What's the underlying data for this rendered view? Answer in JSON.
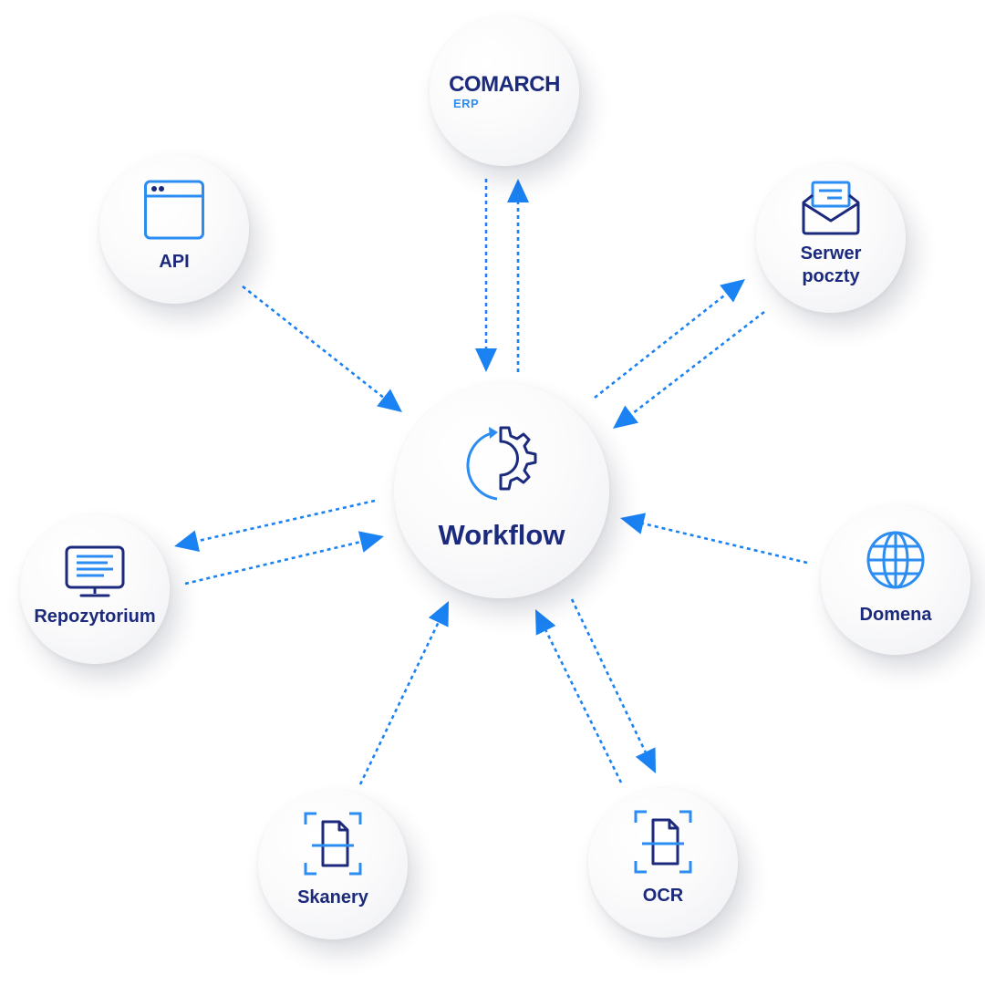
{
  "colors": {
    "navy": "#1b2a7c",
    "blue": "#2b8cf2",
    "arrow": "#1a82f2"
  },
  "center": {
    "label": "Workflow",
    "icon": "workflow-gear-icon"
  },
  "nodes": {
    "comarch": {
      "logo_main": "COMARCH",
      "logo_sub": "ERP"
    },
    "api": {
      "label": "API",
      "icon": "browser-window-icon"
    },
    "mail": {
      "label": "Serwer\npoczty",
      "icon": "envelope-icon"
    },
    "repo": {
      "label": "Repozytorium",
      "icon": "monitor-icon"
    },
    "domain": {
      "label": "Domena",
      "icon": "globe-icon"
    },
    "scanners": {
      "label": "Skanery",
      "icon": "document-scan-icon"
    },
    "ocr": {
      "label": "OCR",
      "icon": "document-scan-icon"
    }
  },
  "connections": [
    {
      "from": "comarch",
      "to": "workflow"
    },
    {
      "from": "workflow",
      "to": "comarch"
    },
    {
      "from": "api",
      "to": "workflow"
    },
    {
      "from": "workflow",
      "to": "mail"
    },
    {
      "from": "mail",
      "to": "workflow"
    },
    {
      "from": "workflow",
      "to": "repo"
    },
    {
      "from": "repo",
      "to": "workflow"
    },
    {
      "from": "domain",
      "to": "workflow"
    },
    {
      "from": "scanners",
      "to": "workflow"
    },
    {
      "from": "workflow",
      "to": "ocr"
    },
    {
      "from": "ocr",
      "to": "workflow"
    }
  ]
}
